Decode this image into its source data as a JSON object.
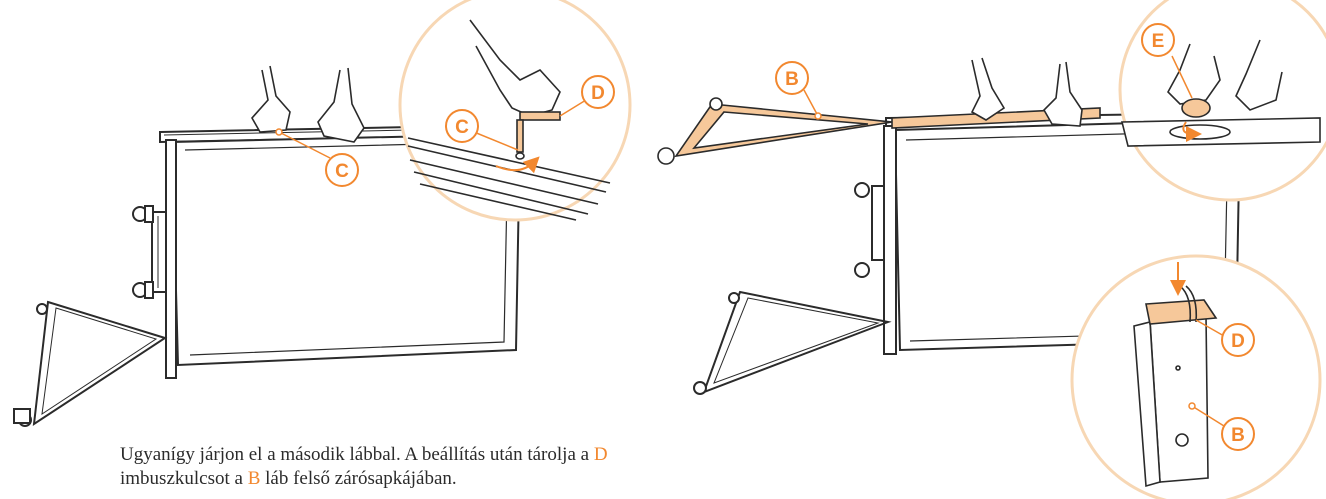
{
  "instruction": {
    "part1": "Ugyanígy járjon el a második lábbal. A beállítás után tárolja a ",
    "key_label": "D",
    "part2": "imbuszkulcsot a ",
    "leg_label": "B",
    "part3": " láb felső zárósapkájában."
  },
  "callouts": {
    "c_main": "C",
    "c_zoom": "C",
    "d_zoom": "D",
    "b_main": "B",
    "e_zoom": "E",
    "d_cap": "D",
    "b_cap": "B"
  },
  "colors": {
    "accent": "#F2882F",
    "accent_fill": "#F6C89A",
    "zoom_ring": "#F7D7B4",
    "line": "#2b2b2b"
  }
}
